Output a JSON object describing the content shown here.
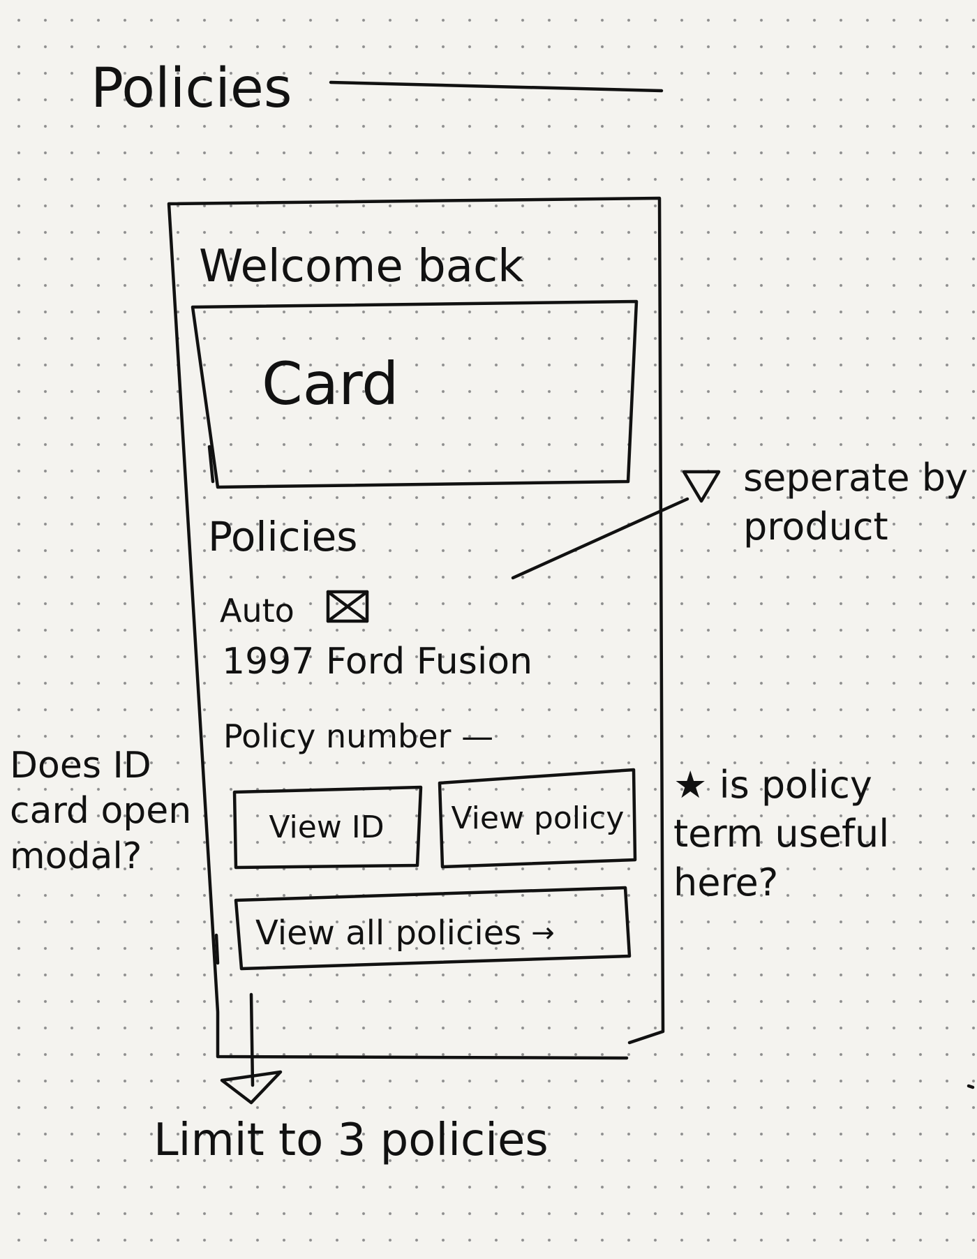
{
  "title": "Policies",
  "phone": {
    "welcome": "Welcome back",
    "card": "Card",
    "section_heading": "Policies",
    "product_label": "Auto",
    "product_icon": "x-box-icon",
    "vehicle": "1997 Ford Fusion",
    "policy_number": "Policy number —",
    "buttons": {
      "view_id": "View ID",
      "view_policy": "View policy",
      "view_all": "View all policies"
    }
  },
  "annotations": {
    "separate": "seperate by product",
    "id_modal": "Does ID card open modal?",
    "policy_term": "is policy term useful here?",
    "limit": "Limit to 3 policies"
  }
}
